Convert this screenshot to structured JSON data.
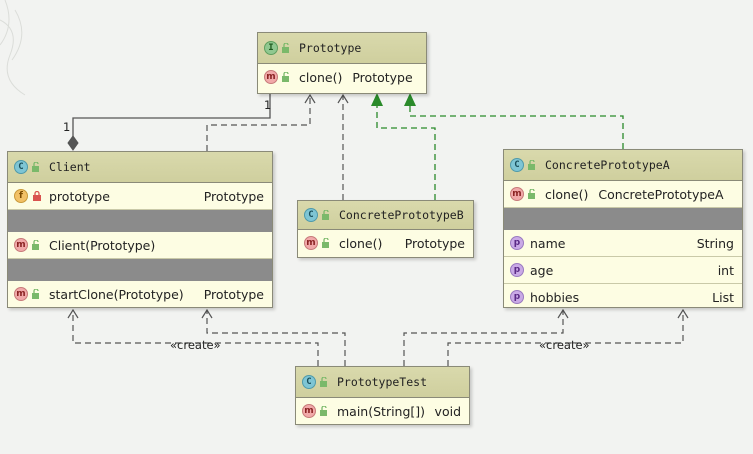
{
  "classes": {
    "prototype": {
      "kind": "I",
      "name": "Prototype",
      "methods": [
        {
          "kind": "m",
          "name": "clone()",
          "type": "Prototype"
        }
      ]
    },
    "client": {
      "kind": "C",
      "name": "Client",
      "fields": [
        {
          "kind": "f",
          "name": "prototype",
          "type": "Prototype"
        }
      ],
      "constructors": [
        {
          "kind": "m",
          "name": "Client(Prototype)"
        }
      ],
      "methods": [
        {
          "kind": "m",
          "name": "startClone(Prototype)",
          "type": "Prototype"
        }
      ]
    },
    "concrete_b": {
      "kind": "C",
      "name": "ConcretePrototypeB",
      "methods": [
        {
          "kind": "m",
          "name": "clone()",
          "type": "Prototype"
        }
      ]
    },
    "concrete_a": {
      "kind": "C",
      "name": "ConcretePrototypeA",
      "methods": [
        {
          "kind": "m",
          "name": "clone()",
          "type": "ConcretePrototypeA"
        }
      ],
      "properties": [
        {
          "kind": "p",
          "name": "name",
          "type": "String"
        },
        {
          "kind": "p",
          "name": "age",
          "type": "int"
        },
        {
          "kind": "p",
          "name": "hobbies",
          "type": "List"
        }
      ]
    },
    "test": {
      "kind": "C",
      "name": "PrototypeTest",
      "methods": [
        {
          "kind": "m",
          "name": "main(String[])",
          "type": "void"
        }
      ]
    }
  },
  "edge_labels": {
    "create_left": "«create»",
    "create_right": "«create»",
    "mult_one_a": "1",
    "mult_one_b": "1"
  },
  "colors": {
    "dependency": "#555555",
    "realization": "#2a8a2a",
    "composition": "#555555"
  }
}
